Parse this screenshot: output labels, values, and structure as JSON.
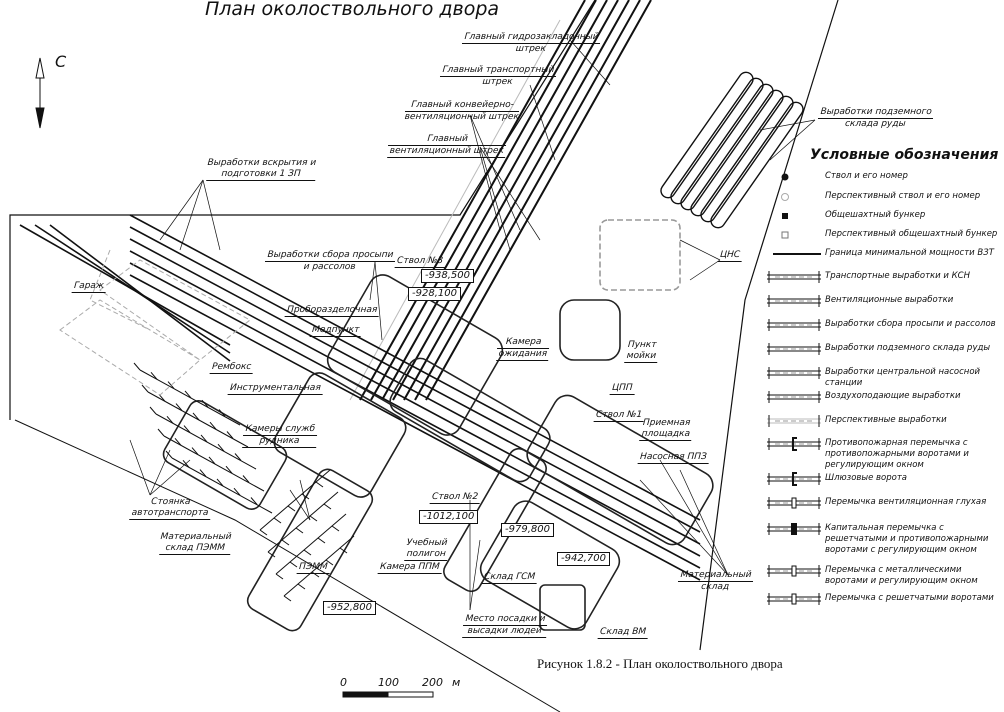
{
  "title": "План околоствольного двора",
  "north_label": "С",
  "caption": "Рисунок 1.8.2 - План околоствольного двора",
  "scale": {
    "ticks": [
      "0",
      "100",
      "200"
    ],
    "unit": "м"
  },
  "labels": {
    "hydro": [
      "Главный гидрозакладочный",
      "штрек"
    ],
    "transport": [
      "Главный транспортный",
      "штрек"
    ],
    "conveyor": [
      "Главный конвейерно-",
      "вентиляционный штрек"
    ],
    "vent": [
      "Главный",
      "вентиляционный штрек"
    ],
    "ore_store": [
      "Выработки подземного",
      "склада руды"
    ],
    "opening": [
      "Выработки вскрытия и",
      "подготовки 1 ЗП"
    ],
    "brine": [
      "Выработки сбора просыпи",
      "и рассолов"
    ],
    "shaft3": "Ствол №3",
    "cns": "ЦНС",
    "garage": "Гараж",
    "probo": "Проборазделочная",
    "med": "Медпункт",
    "waiting": [
      "Камера",
      "ожидания"
    ],
    "wash": [
      "Пункт",
      "мойки"
    ],
    "remboks": "Рембокс",
    "instr": "Инструментальная",
    "cpp": "ЦПП",
    "shaft1": "Ствол №1",
    "receiving": [
      "Приемная",
      "площадка"
    ],
    "services": [
      "Камеры служб",
      "рудника"
    ],
    "pump": "Насосная ППЗ",
    "parking": [
      "Стоянка",
      "автотранспорта"
    ],
    "shaft2": "Ствол №2",
    "mat_pemm": [
      "Материальный",
      "склад ПЭММ"
    ],
    "training": [
      "Учебный",
      "полигон"
    ],
    "pemm": "ПЭММ",
    "ppm": "Камера ППМ",
    "gsm": "Склад ГСМ",
    "material": [
      "Материальный",
      "склад"
    ],
    "boarding": [
      "Место посадки и",
      "высадки людей"
    ],
    "explosives": "Склад ВМ"
  },
  "elevations": {
    "e1": "-938,500",
    "e2": "-928,100",
    "e3": "-1012,100",
    "e4": "-979,800",
    "e5": "-942,700",
    "e6": "-952,800"
  },
  "legend": {
    "title": "Условные обозначения",
    "items": [
      {
        "symbol": "shaft-icon",
        "text": "Ствол и его номер"
      },
      {
        "symbol": "planned-shaft-icon",
        "text": "Перспективный ствол и его номер"
      },
      {
        "symbol": "bunker-icon",
        "text": "Общешахтный бункер"
      },
      {
        "symbol": "planned-bunker-icon",
        "text": "Перспективный общешахтный бункер"
      },
      {
        "symbol": "boundary-line",
        "text": "Граница минимальной мощности ВЗТ"
      },
      {
        "symbol": "workings-line",
        "text": "Транспортные выработки и КСН"
      },
      {
        "symbol": "workings-line",
        "text": "Вентиляционные выработки"
      },
      {
        "symbol": "workings-line",
        "text": "Выработки сбора просыпи и рассолов"
      },
      {
        "symbol": "workings-line",
        "text": "Выработки подземного склада руды"
      },
      {
        "symbol": "workings-line",
        "text": "Выработки центральной насосной станции"
      },
      {
        "symbol": "workings-line",
        "text": "Воздухоподающие выработки"
      },
      {
        "symbol": "planned-workings-line",
        "text": "Перспективные выработки"
      },
      {
        "symbol": "fire-door-icon",
        "text": "Противопожарная перемычка с противопожарными воротами и регулирующим окном"
      },
      {
        "symbol": "airlock-door-icon",
        "text": "Шлюзовые ворота"
      },
      {
        "symbol": "blind-bulkhead-icon",
        "text": "Перемычка вентиляционная глухая"
      },
      {
        "symbol": "capital-bulkhead-icon",
        "text": "Капитальная перемычка с решетчатыми и противопожарными воротами с регулирующим окном"
      },
      {
        "symbol": "metal-door-icon",
        "text": "Перемычка с металлическими воротами и регулирующим окном"
      },
      {
        "symbol": "grate-door-icon",
        "text": "Перемычка с решетчатыми воротами"
      }
    ]
  }
}
